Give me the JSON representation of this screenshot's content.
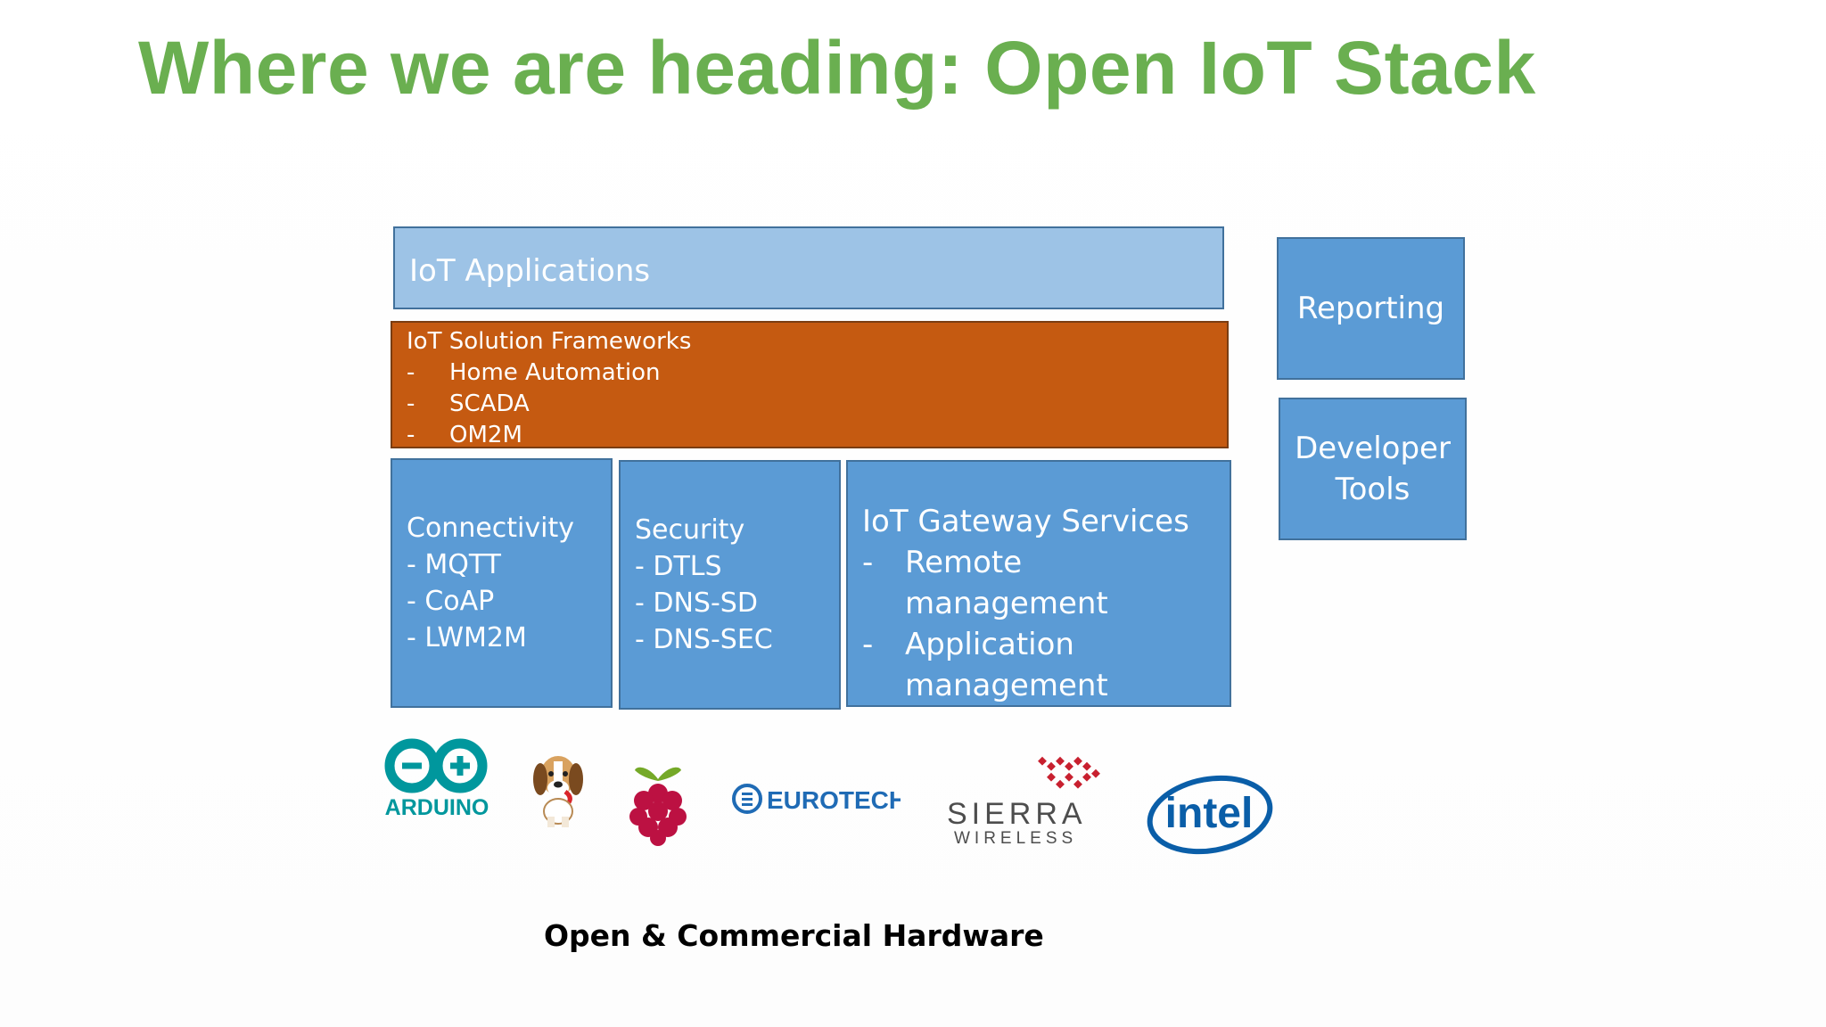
{
  "title": "Where we are heading: Open IoT Stack",
  "stack": {
    "applications": "IoT Applications",
    "frameworks": {
      "heading": "IoT Solution Frameworks",
      "items": [
        "Home Automation",
        "SCADA",
        "OM2M"
      ]
    },
    "connectivity": {
      "heading": "Connectivity",
      "items": [
        "- MQTT",
        "- CoAP",
        "- LWM2M"
      ]
    },
    "security": {
      "heading": "Security",
      "items": [
        "- DTLS",
        "- DNS-SD",
        "- DNS-SEC"
      ]
    },
    "gateway": {
      "heading": "IoT Gateway Services",
      "items": [
        "Remote management",
        "Application management"
      ]
    },
    "reporting": "Reporting",
    "developer_tools": [
      "Developer",
      "Tools"
    ]
  },
  "logos": {
    "arduino": "ARDUINO",
    "eurotech": "EUROTECH",
    "sierra_top": "SIERRA",
    "sierra_bottom": "WIRELESS",
    "intel": "intel"
  },
  "caption": "Open & Commercial Hardware",
  "colors": {
    "title_green": "#6aaf50",
    "light_blue": "#9dc3e6",
    "blue": "#5b9bd5",
    "orange": "#c55a11",
    "arduino_teal": "#00979d",
    "eurotech_blue": "#1f6bb5",
    "sierra_red": "#c8202f",
    "intel_blue": "#0a5ea8"
  }
}
